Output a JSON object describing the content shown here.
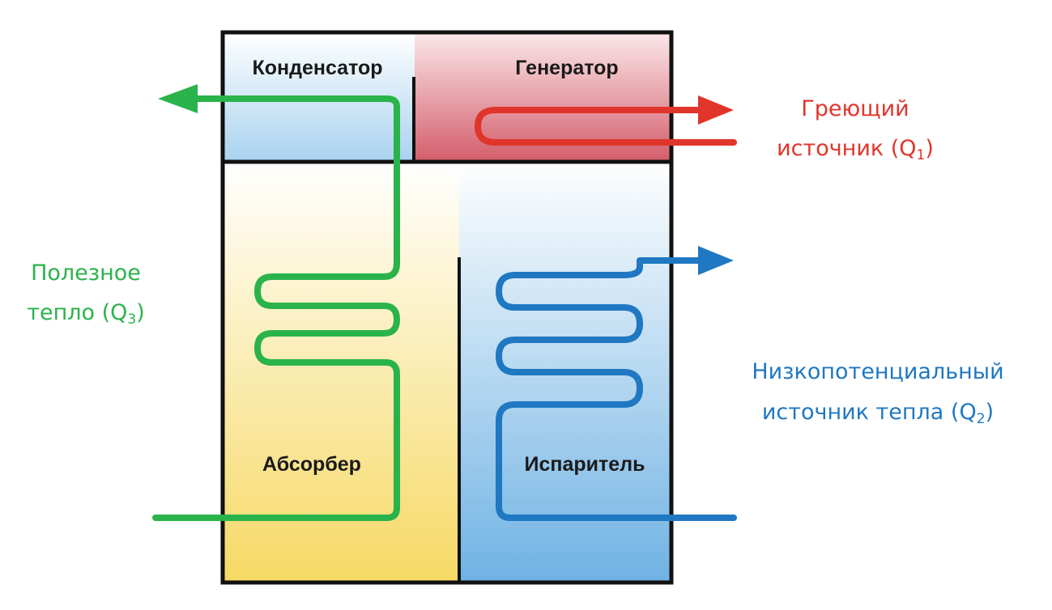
{
  "sections": {
    "condenser": "Конденсатор",
    "generator": "Генератор",
    "absorber": "Абсорбер",
    "evaporator": "Испаритель"
  },
  "flows": {
    "heating_source": {
      "line1": "Греющий",
      "line2_text": "источник (Q",
      "subscript": "1",
      "close": ")",
      "color": "#e0352b"
    },
    "useful_heat": {
      "line1": "Полезное",
      "line2_text": "тепло (Q",
      "subscript": "3",
      "close": ")",
      "color": "#2ab34a"
    },
    "low_potential_source": {
      "line1": "Низкопотенциальный",
      "line2_text": "источник тепла (Q",
      "subscript": "2",
      "close": ")",
      "color": "#1f78c1"
    }
  },
  "colors": {
    "outline": "#111111",
    "condenser_fill": "#a9d2ef",
    "generator_fill": "#d35d6a",
    "absorber_fill": "#f6d964",
    "evaporator_fill": "#6fb2e3"
  }
}
